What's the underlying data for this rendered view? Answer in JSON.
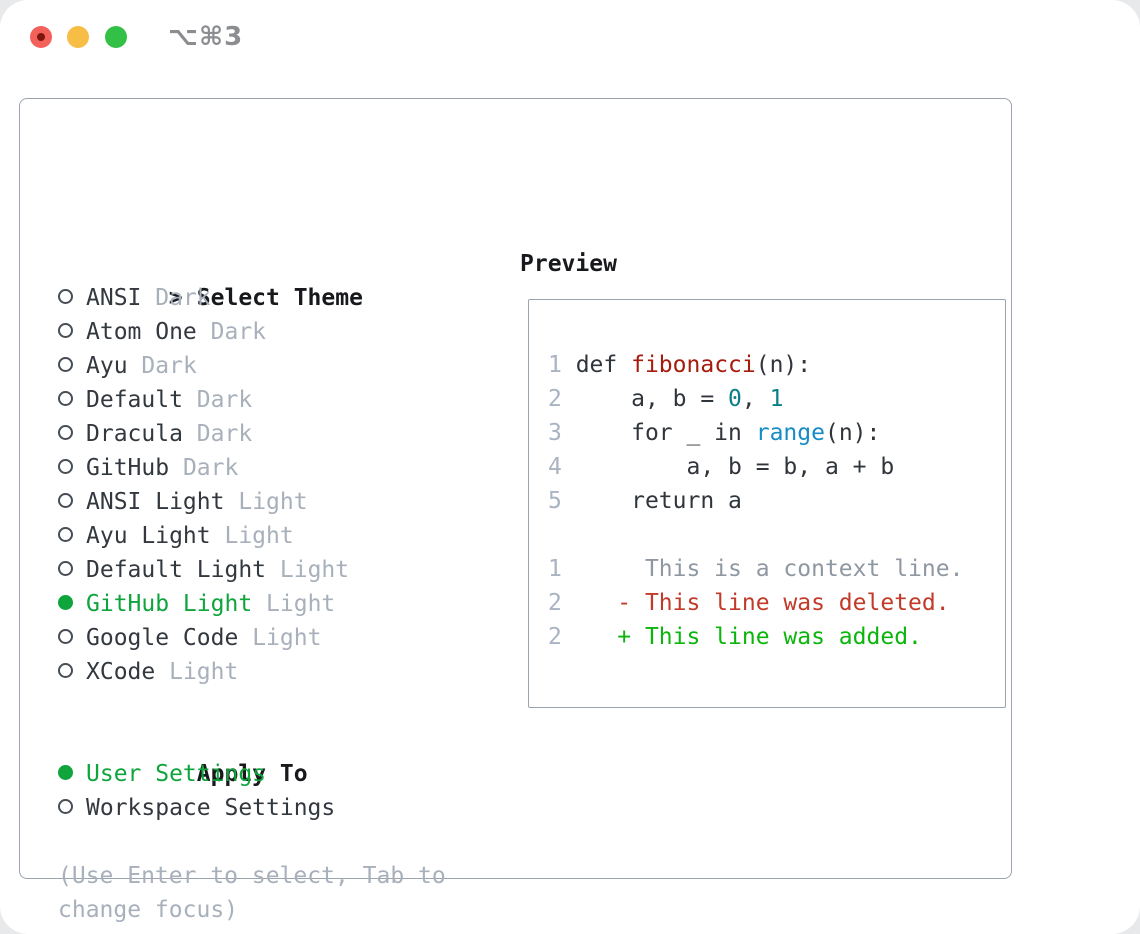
{
  "window": {
    "title": "⌥⌘3"
  },
  "theme_selector": {
    "cursor": ">",
    "header": "Select Theme",
    "options": [
      {
        "name": "ANSI",
        "variant": "Dark",
        "selected": false
      },
      {
        "name": "Atom One",
        "variant": "Dark",
        "selected": false
      },
      {
        "name": "Ayu",
        "variant": "Dark",
        "selected": false
      },
      {
        "name": "Default",
        "variant": "Dark",
        "selected": false
      },
      {
        "name": "Dracula",
        "variant": "Dark",
        "selected": false
      },
      {
        "name": "GitHub",
        "variant": "Dark",
        "selected": false
      },
      {
        "name": "ANSI Light",
        "variant": "Light",
        "selected": false
      },
      {
        "name": "Ayu Light",
        "variant": "Light",
        "selected": false
      },
      {
        "name": "Default Light",
        "variant": "Light",
        "selected": false
      },
      {
        "name": "GitHub Light",
        "variant": "Light",
        "selected": true
      },
      {
        "name": "Google Code",
        "variant": "Light",
        "selected": false
      },
      {
        "name": "XCode",
        "variant": "Light",
        "selected": false
      }
    ]
  },
  "apply_to": {
    "header": "Apply To",
    "options": [
      {
        "name": "User Settings",
        "selected": true
      },
      {
        "name": "Workspace Settings",
        "selected": false
      }
    ]
  },
  "help": {
    "line1": "(Use Enter to select, Tab to",
    "line2": "change focus)"
  },
  "preview": {
    "header": "Preview",
    "lines": [
      [
        {
          "t": "1",
          "c": "ln"
        },
        {
          "t": " def ",
          "c": "code"
        },
        {
          "t": "fibonacci",
          "c": "func"
        },
        {
          "t": "(n):",
          "c": "code"
        }
      ],
      [
        {
          "t": "2",
          "c": "ln"
        },
        {
          "t": "     a, b = ",
          "c": "code"
        },
        {
          "t": "0",
          "c": "num"
        },
        {
          "t": ", ",
          "c": "code"
        },
        {
          "t": "1",
          "c": "num"
        }
      ],
      [
        {
          "t": "3",
          "c": "ln"
        },
        {
          "t": "     for _ in ",
          "c": "code"
        },
        {
          "t": "range",
          "c": "builtin"
        },
        {
          "t": "(n):",
          "c": "code"
        }
      ],
      [
        {
          "t": "4",
          "c": "ln"
        },
        {
          "t": "         a, b = b, a + b",
          "c": "code"
        }
      ],
      [
        {
          "t": "5",
          "c": "ln"
        },
        {
          "t": "     return a",
          "c": "code"
        }
      ],
      [],
      [
        {
          "t": "1",
          "c": "ln"
        },
        {
          "t": "      This is a context line.",
          "c": "ctx"
        }
      ],
      [
        {
          "t": "2",
          "c": "ln"
        },
        {
          "t": "    - This line was deleted.",
          "c": "del"
        }
      ],
      [
        {
          "t": "2",
          "c": "ln"
        },
        {
          "t": "    + This line was added.",
          "c": "add"
        }
      ]
    ]
  },
  "colors": {
    "ui": {
      "text": "#17191c",
      "item": "#33383f",
      "muted": "#a8b0bb",
      "green": "#0fa43c",
      "border": "#9aa3ae",
      "title": "#8b8d90",
      "radio": "#474d55",
      "window_bg": "#ffffff",
      "page_bg": "#e8e9eb"
    },
    "traffic": {
      "close": "#f4605a",
      "close_dot": "#7d170e",
      "minimize": "#f8bd44",
      "maximize": "#32c146"
    },
    "syntax": {
      "ln": "#a9b3c1",
      "code": "#30353c",
      "func": "#a61b0b",
      "num": "#0b7f87",
      "builtin": "#168bc6",
      "ctx": "#8f98a2",
      "del": "#c23a28",
      "add": "#0cb50c"
    }
  }
}
